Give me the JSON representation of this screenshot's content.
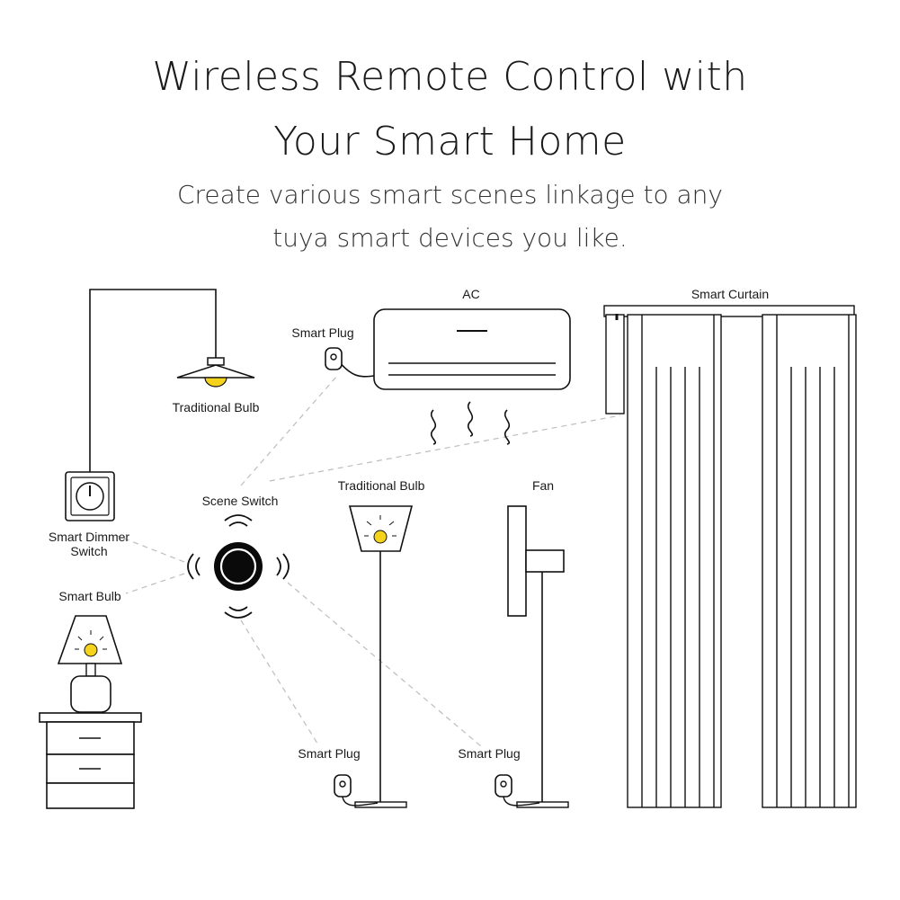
{
  "header": {
    "title_line1": "Wireless Remote Control with",
    "title_line2": "Your Smart Home",
    "subtitle_line1": "Create various smart scenes linkage to any",
    "subtitle_line2": "tuya smart devices you like."
  },
  "labels": {
    "ac": "AC",
    "smart_curtain": "Smart Curtain",
    "smart_plug_top": "Smart Plug",
    "traditional_bulb_ceiling": "Traditional Bulb",
    "scene_switch": "Scene Switch",
    "traditional_bulb_floor": "Traditional Bulb",
    "fan": "Fan",
    "smart_dimmer_switch_line1": "Smart Dimmer",
    "smart_dimmer_switch_line2": "Switch",
    "smart_bulb": "Smart Bulb",
    "smart_plug_lamp": "Smart Plug",
    "smart_plug_fan": "Smart Plug"
  },
  "colors": {
    "bulb_yellow": "#f5d31c",
    "line": "#111111",
    "dashed_link": "#bbbbbb"
  }
}
